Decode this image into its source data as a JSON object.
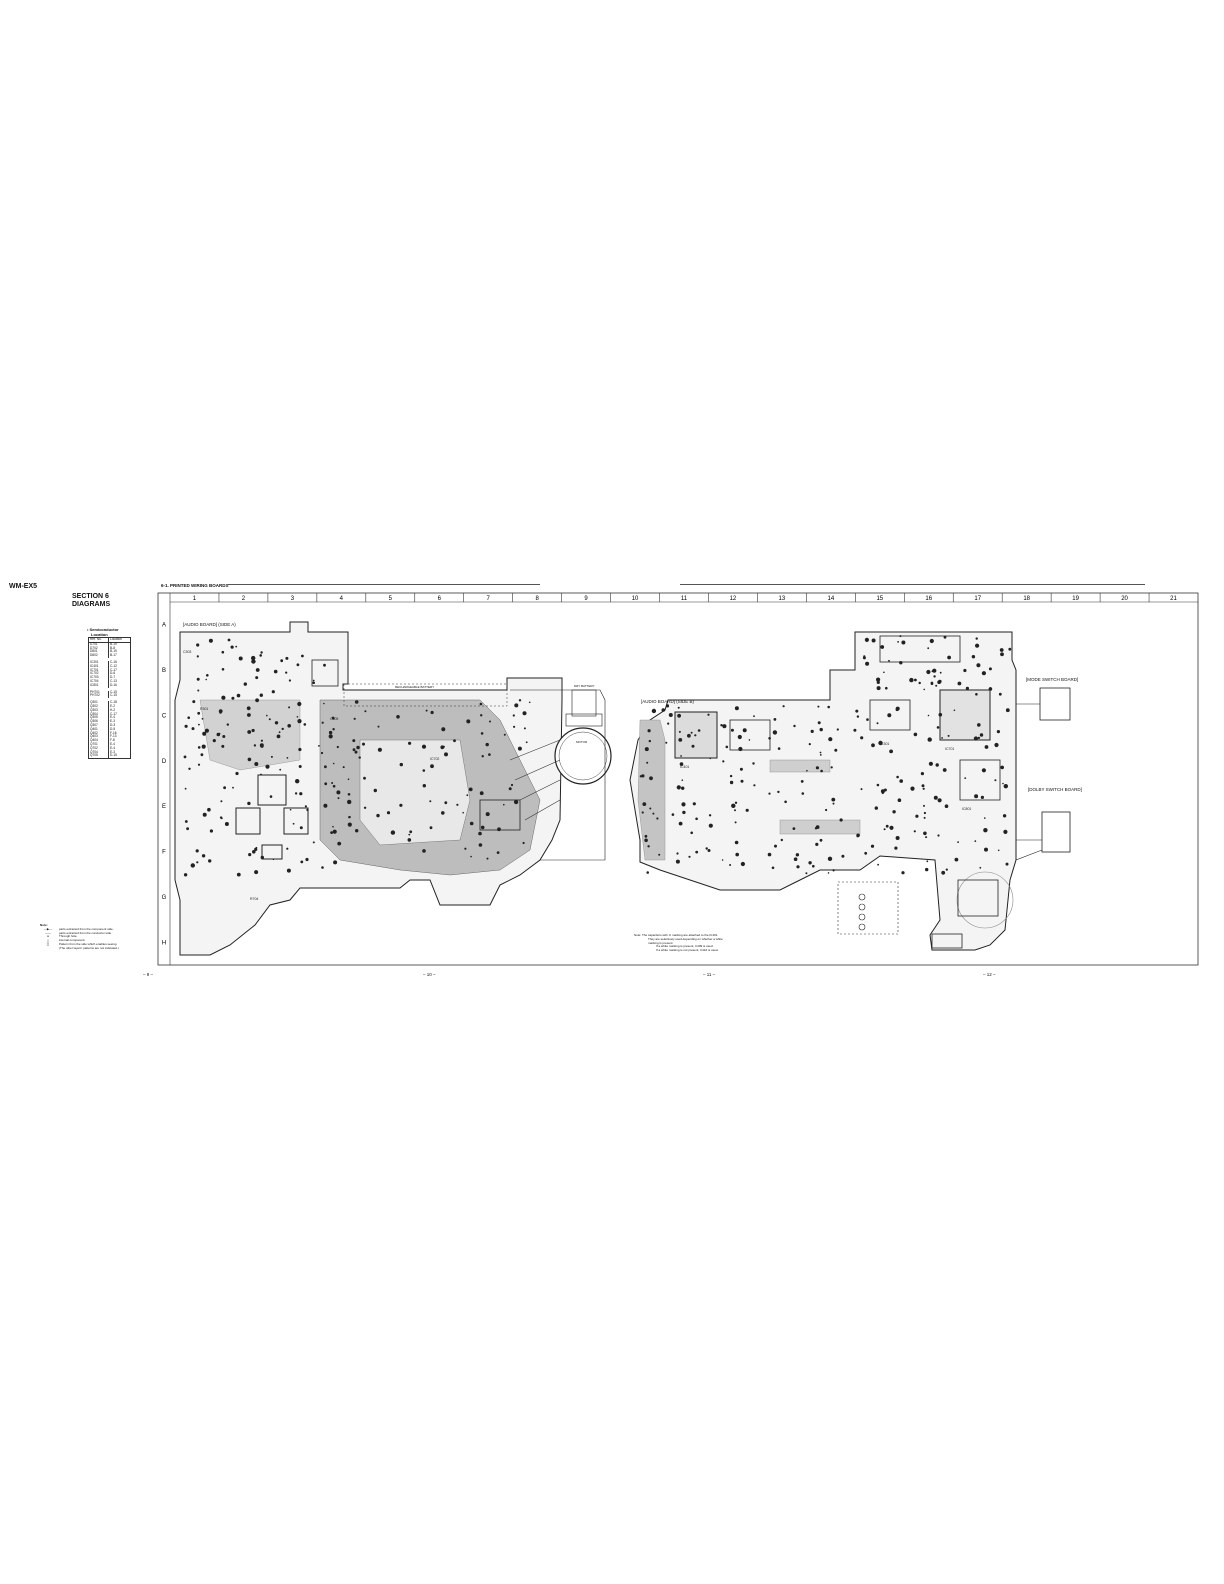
{
  "header": {
    "model": "WM-EX5",
    "section_title": "SECTION 6",
    "section_subtitle": "DIAGRAMS",
    "subsection": "6-1.  PRINTED WIRING BOARDS"
  },
  "grid": {
    "columns": [
      "1",
      "2",
      "3",
      "4",
      "5",
      "6",
      "7",
      "8",
      "9",
      "10",
      "11",
      "12",
      "13",
      "14",
      "15",
      "16",
      "17",
      "18",
      "19",
      "20",
      "21"
    ],
    "rows": [
      "A",
      "B",
      "C",
      "D",
      "E",
      "F",
      "G",
      "H"
    ]
  },
  "semiconductor": {
    "title_line1": "• Semiconductor",
    "title_line2": "Location",
    "header_ref": "Ref. No.",
    "header_loc": "Location",
    "groups": [
      [
        [
          "D701",
          "B-19"
        ],
        [
          "D702",
          "B-8"
        ],
        [
          "D801",
          "B-19"
        ],
        [
          "D802",
          "B-17"
        ]
      ],
      [
        [
          "IC301",
          "C-16"
        ],
        [
          "IC401",
          "C-12"
        ],
        [
          "IC701",
          "C-17"
        ],
        [
          "IC702",
          "D-6"
        ],
        [
          "IC703",
          "D-7"
        ],
        [
          "IC704",
          "C-13"
        ],
        [
          "IC801",
          "D-16"
        ]
      ],
      [
        [
          "PH701",
          "C-15"
        ],
        [
          "PH702",
          "C-15"
        ]
      ],
      [
        [
          "Q301",
          "C-18"
        ],
        [
          "Q302",
          "E-2"
        ],
        [
          "Q303",
          "H-2"
        ],
        [
          "Q304",
          "C-17"
        ],
        [
          "Q305",
          "E-4"
        ],
        [
          "Q306",
          "E-3"
        ],
        [
          "Q307",
          "D-3"
        ],
        [
          "Q401",
          "D-5"
        ],
        [
          "Q402",
          "F-16"
        ],
        [
          "Q403",
          "F-13"
        ],
        [
          "Q404",
          "F-8"
        ],
        [
          "Q701",
          "E-4"
        ],
        [
          "Q702",
          "E-4"
        ],
        [
          "Q704",
          "E-3"
        ],
        [
          "Q705",
          "D-15"
        ]
      ]
    ]
  },
  "boards": {
    "side_a_label": "[AUDIO BOARD] (SIDE A)",
    "side_b_label": "[AUDIO BOARD] (SIDE B)",
    "mode_switch_label": "[MODE SWITCH BOARD]",
    "dolby_switch_label": "[DOLBY SWITCH BOARD]",
    "battery_label": "RECHARGEABLE BATTERY",
    "dry_battery_label": "DRY BATTERY",
    "motor_label": "MOTOR"
  },
  "notes": {
    "title": "Note:",
    "lines": [
      [
        "—▶—",
        "parts extracted from the component side."
      ],
      [
        "——",
        "parts extracted from the conductor side."
      ],
      [
        "●",
        "Through hole."
      ],
      [
        "△",
        "internal component."
      ],
      [
        "▒",
        "Pattern from the side which enables seeing."
      ],
      [
        "",
        "(The other layers' patterns are not indicated.)"
      ]
    ],
    "note2_lines": [
      "Note: The capacitors with ⊙ marking are attached to the IC401.",
      "They are selectively used depending on whether a white",
      "marking is present.",
      "If a white marking is present, C409 is used.",
      "If a white marking is not present, C410 is used."
    ]
  },
  "page_numbers": [
    "– 9 –",
    "– 10 –",
    "– 11 –",
    "– 12 –"
  ],
  "colors": {
    "ink": "#1a1a1a",
    "pattern": "#b8b8b8",
    "pad": "#222222"
  }
}
